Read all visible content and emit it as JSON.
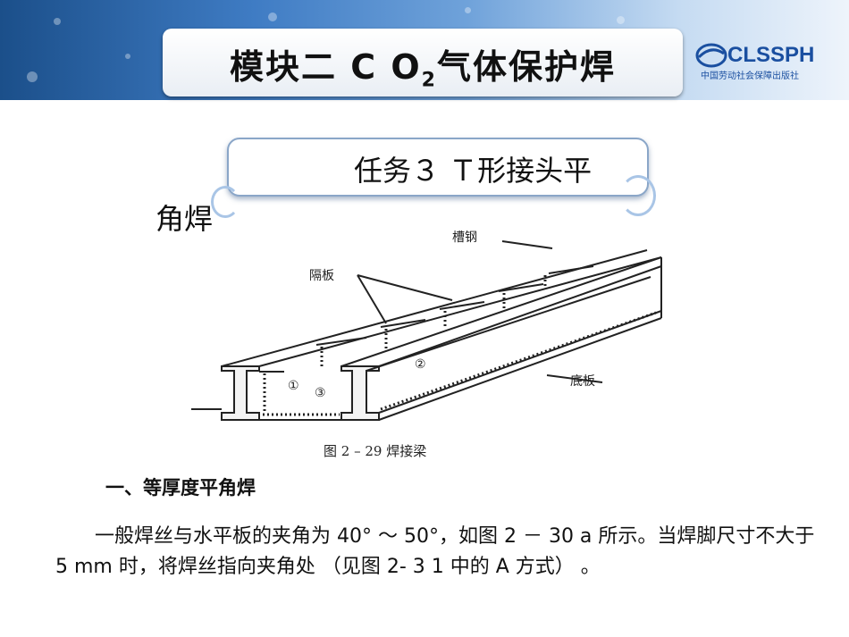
{
  "header": {
    "title_prefix": "模块二  C O",
    "title_subscript": "2",
    "title_suffix": "气体保护焊",
    "logo_text": "CLSSPH",
    "logo_subtext": "中国劳动社会保障出版社"
  },
  "task": {
    "title_line1": "任务３  Ｔ形接头平",
    "title_line2": "角焊"
  },
  "figure": {
    "label_channel_steel": "槽钢",
    "label_partition": "隔板",
    "label_base_plate": "底板",
    "marker_1": "①",
    "marker_2": "②",
    "marker_3": "③",
    "caption": "图 2 – 29    焊接梁"
  },
  "section": {
    "heading": "一、等厚度平角焊",
    "paragraph": "一般焊丝与水平板的夹角为 40° ～ 50°，如图 2 － 30 a  所示。当焊脚尺寸不大于  5  mm 时，将焊丝指向夹角处 （见图 2- 3 1 中的  A  方式）  。"
  },
  "colors": {
    "accent": "#1a4fa0",
    "banner_dark": "#1b4f8a"
  }
}
